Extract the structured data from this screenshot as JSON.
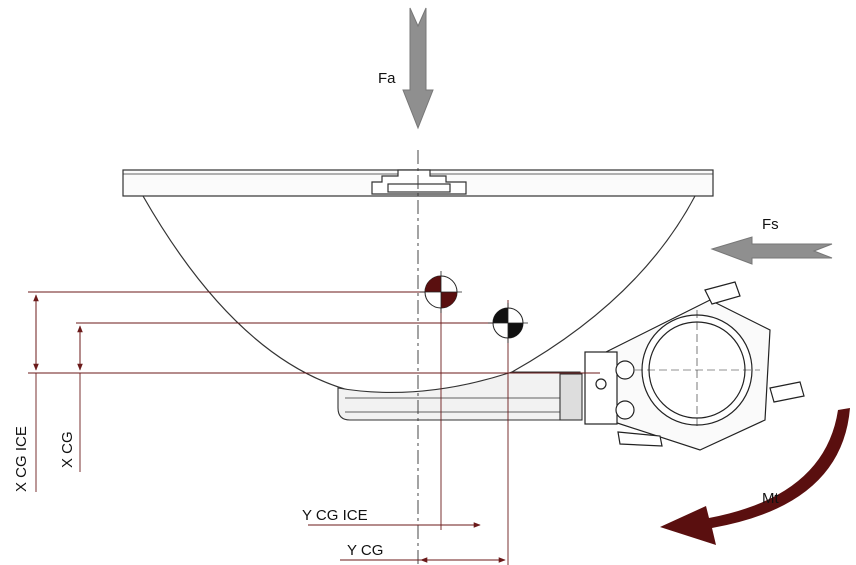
{
  "labels": {
    "fa": "Fa",
    "fs": "Fs",
    "mt": "Mt",
    "x_cg_ice": "X CG ICE",
    "x_cg": "X CG",
    "y_cg_ice": "Y CG ICE",
    "y_cg": "Y CG"
  },
  "colors": {
    "force_arrow": "#8f8f8f",
    "moment_arrow": "#5a0f0f",
    "dimension_line": "#6b1a1a",
    "outline": "#333333"
  }
}
